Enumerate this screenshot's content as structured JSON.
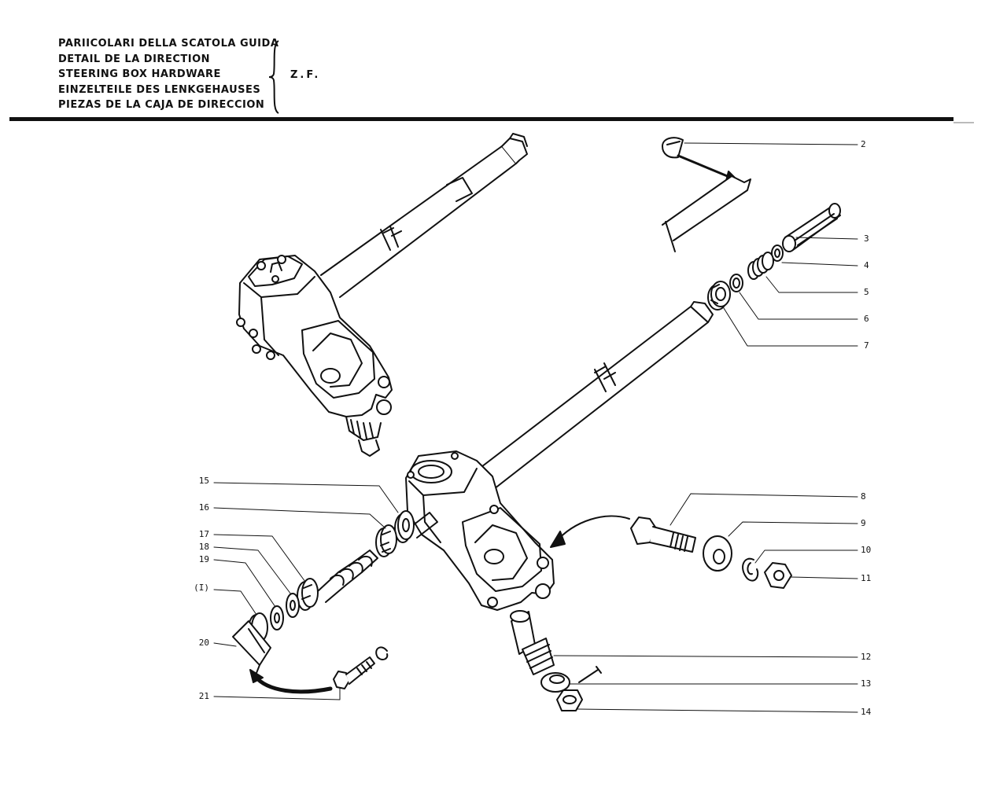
{
  "header": {
    "titles": [
      "PARIICOLARI DELLA SCATOLA GUIDA",
      "DETAIL DE LA DIRECTION",
      "STEERING BOX HARDWARE",
      "EINZELTEILE DES LENKGEHAUSES",
      "PIEZAS DE LA CAJA DE DIRECCION"
    ],
    "brand": "Z.F."
  },
  "callouts": {
    "c2": "2",
    "c3": "3",
    "c4": "4",
    "c5": "5",
    "c6": "6",
    "c7": "7",
    "c8": "8",
    "c9": "9",
    "c10": "10",
    "c11": "11",
    "c12": "12",
    "c13": "13",
    "c14": "14",
    "c15": "15",
    "c16": "16",
    "c17": "17",
    "c18": "18",
    "c19": "19",
    "cI": "(I)",
    "c20": "20",
    "c21": "21"
  }
}
